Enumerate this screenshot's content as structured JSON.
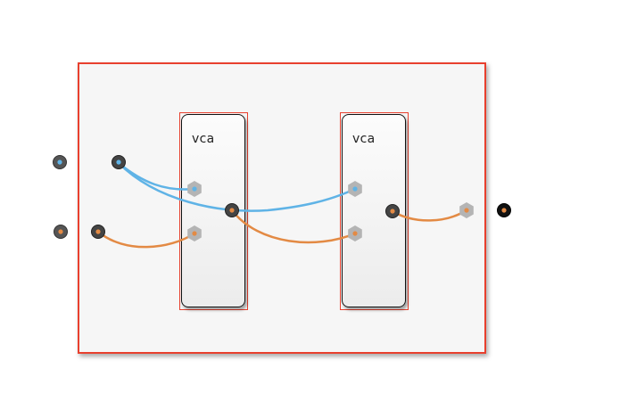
{
  "modules": [
    {
      "id": "vca-1",
      "label": "vca"
    },
    {
      "id": "vca-2",
      "label": "vca"
    }
  ],
  "colors": {
    "outline": "#e8402e",
    "cable_blue": "#5fb3e6",
    "cable_orange": "#e38a44",
    "port_dark": "#444444",
    "port_light": "#b4b4b4"
  }
}
